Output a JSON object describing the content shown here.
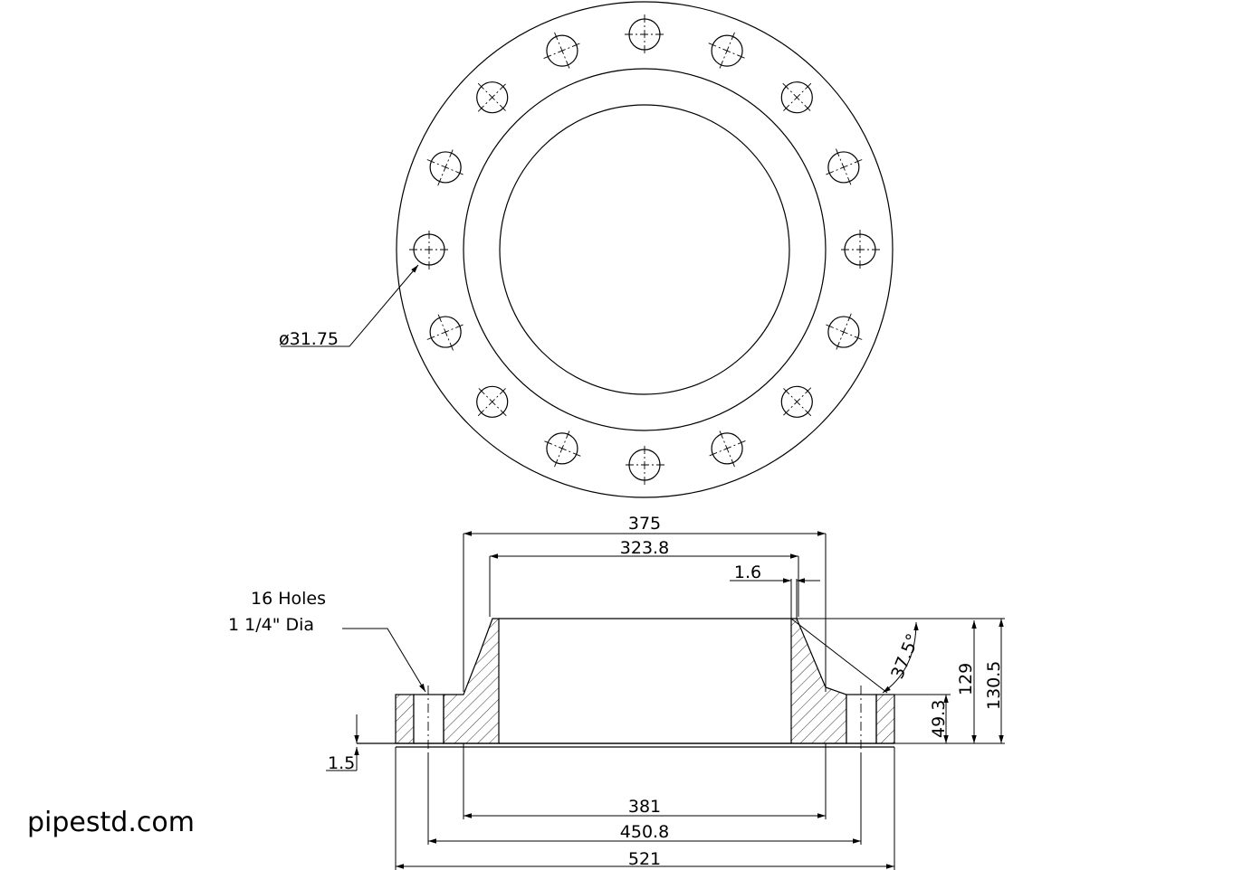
{
  "watermark": "pipestd.com",
  "top_view": {
    "hole_diameter_label": "ø31.75",
    "bolt_hole_count": 16
  },
  "section_view": {
    "note_line1": "16 Holes",
    "note_line2": "1 1/4\" Dia",
    "dims": {
      "hub_od": "375",
      "bore": "323.8",
      "step": "1.6",
      "angle": "37.5°",
      "height_total": "130.5",
      "height_hub": "129",
      "thickness": "49.3",
      "raised_face": "1.5",
      "raised_face_dia": "381",
      "bolt_circle": "450.8",
      "outside_dia": "521"
    }
  }
}
